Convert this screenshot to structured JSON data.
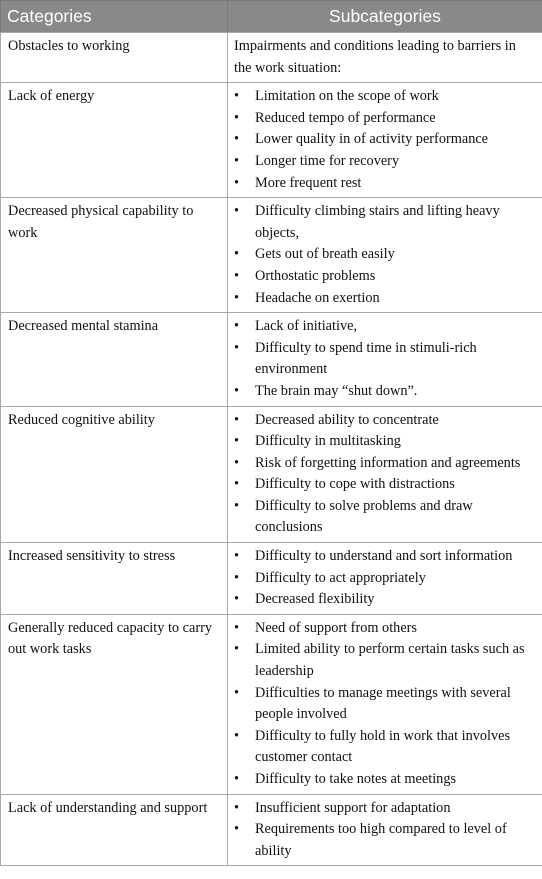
{
  "table": {
    "headers": [
      "Categories",
      "Subcategories"
    ],
    "rows": [
      {
        "category": "Obstacles to working",
        "text": "Impairments and conditions leading to barriers in the work situation:",
        "items": []
      },
      {
        "category": "Lack of energy",
        "items": [
          "Limitation on the scope of work",
          "Reduced tempo of performance",
          "Lower quality in of activity performance",
          "Longer time for recovery",
          "More frequent rest"
        ]
      },
      {
        "category": "Decreased physical capability to work",
        "items": [
          "Difficulty climbing stairs and lifting heavy objects,",
          "Gets out of breath easily",
          "Orthostatic problems",
          "Headache on exertion"
        ]
      },
      {
        "category": "Decreased mental stamina",
        "items": [
          "Lack of initiative,",
          "Difficulty to spend time in stimuli-rich environment",
          "The brain may “shut down”."
        ]
      },
      {
        "category": "Reduced cognitive ability",
        "items": [
          "Decreased ability to concentrate",
          "Difficulty in multitasking",
          "Risk of forgetting information and agreements",
          "Difficulty to cope with distractions",
          "Difficulty to solve problems and draw conclusions"
        ]
      },
      {
        "category": "Increased sensitivity to stress",
        "items": [
          "Difficulty to understand and sort information",
          "Difficulty to act appropriately",
          "Decreased flexibility"
        ]
      },
      {
        "category": "Generally reduced capacity to carry out work tasks",
        "items": [
          "Need of support from others",
          "Limited ability to perform certain tasks such as leadership",
          "Difficulties to manage meetings with several people involved",
          "Difficulty to fully hold in work that involves customer contact",
          "Difficulty to take notes at meetings"
        ]
      },
      {
        "category": "Lack of understanding and support",
        "items": [
          "Insufficient support for adaptation",
          "Requirements too high compared to level of ability"
        ]
      }
    ]
  }
}
